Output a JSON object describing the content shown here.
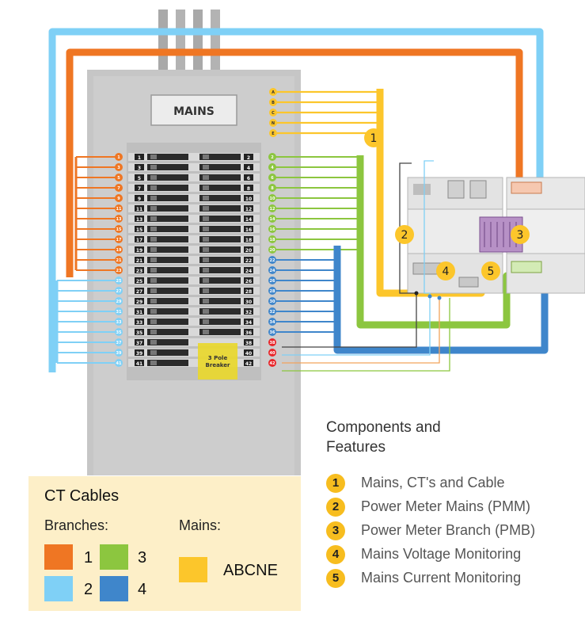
{
  "diagram": {
    "panel_label": "MAINS",
    "breaker_label_line1": "3 Pole",
    "breaker_label_line2": "Breaker",
    "mains_letters": [
      "A",
      "B",
      "C",
      "N",
      "E"
    ],
    "left_numbers": [
      1,
      3,
      5,
      7,
      9,
      11,
      13,
      15,
      17,
      19,
      21,
      23,
      25,
      27,
      29,
      31,
      33,
      35,
      37,
      39,
      41
    ],
    "right_numbers": [
      2,
      4,
      6,
      8,
      10,
      12,
      14,
      16,
      18,
      20,
      22,
      24,
      26,
      28,
      30,
      32,
      34,
      36,
      38,
      40,
      42
    ],
    "callouts": [
      "1",
      "2",
      "3",
      "4",
      "5"
    ],
    "colors": {
      "orange": "#ef7623",
      "light_blue": "#7fd0f6",
      "green": "#8cc63f",
      "blue": "#3f86cb",
      "yellow": "#fcc62b",
      "red": "#e8262a",
      "panel": "#c4c4c4"
    }
  },
  "legend": {
    "title": "CT Cables",
    "branches_label": "Branches:",
    "mains_label": "Mains:",
    "items": [
      {
        "label": "1",
        "color": "#ef7623"
      },
      {
        "label": "2",
        "color": "#7fd0f6"
      },
      {
        "label": "3",
        "color": "#8cc63f"
      },
      {
        "label": "4",
        "color": "#3f86cb"
      }
    ],
    "mains_item": {
      "label": "ABCNE",
      "color": "#fcc62b"
    }
  },
  "components": {
    "title": "Components and Features",
    "items": [
      {
        "num": "1",
        "label": "Mains, CT's and Cable"
      },
      {
        "num": "2",
        "label": "Power Meter Mains (PMM)"
      },
      {
        "num": "3",
        "label": "Power Meter Branch (PMB)"
      },
      {
        "num": "4",
        "label": "Mains Voltage Monitoring"
      },
      {
        "num": "5",
        "label": "Mains Current Monitoring"
      }
    ]
  }
}
